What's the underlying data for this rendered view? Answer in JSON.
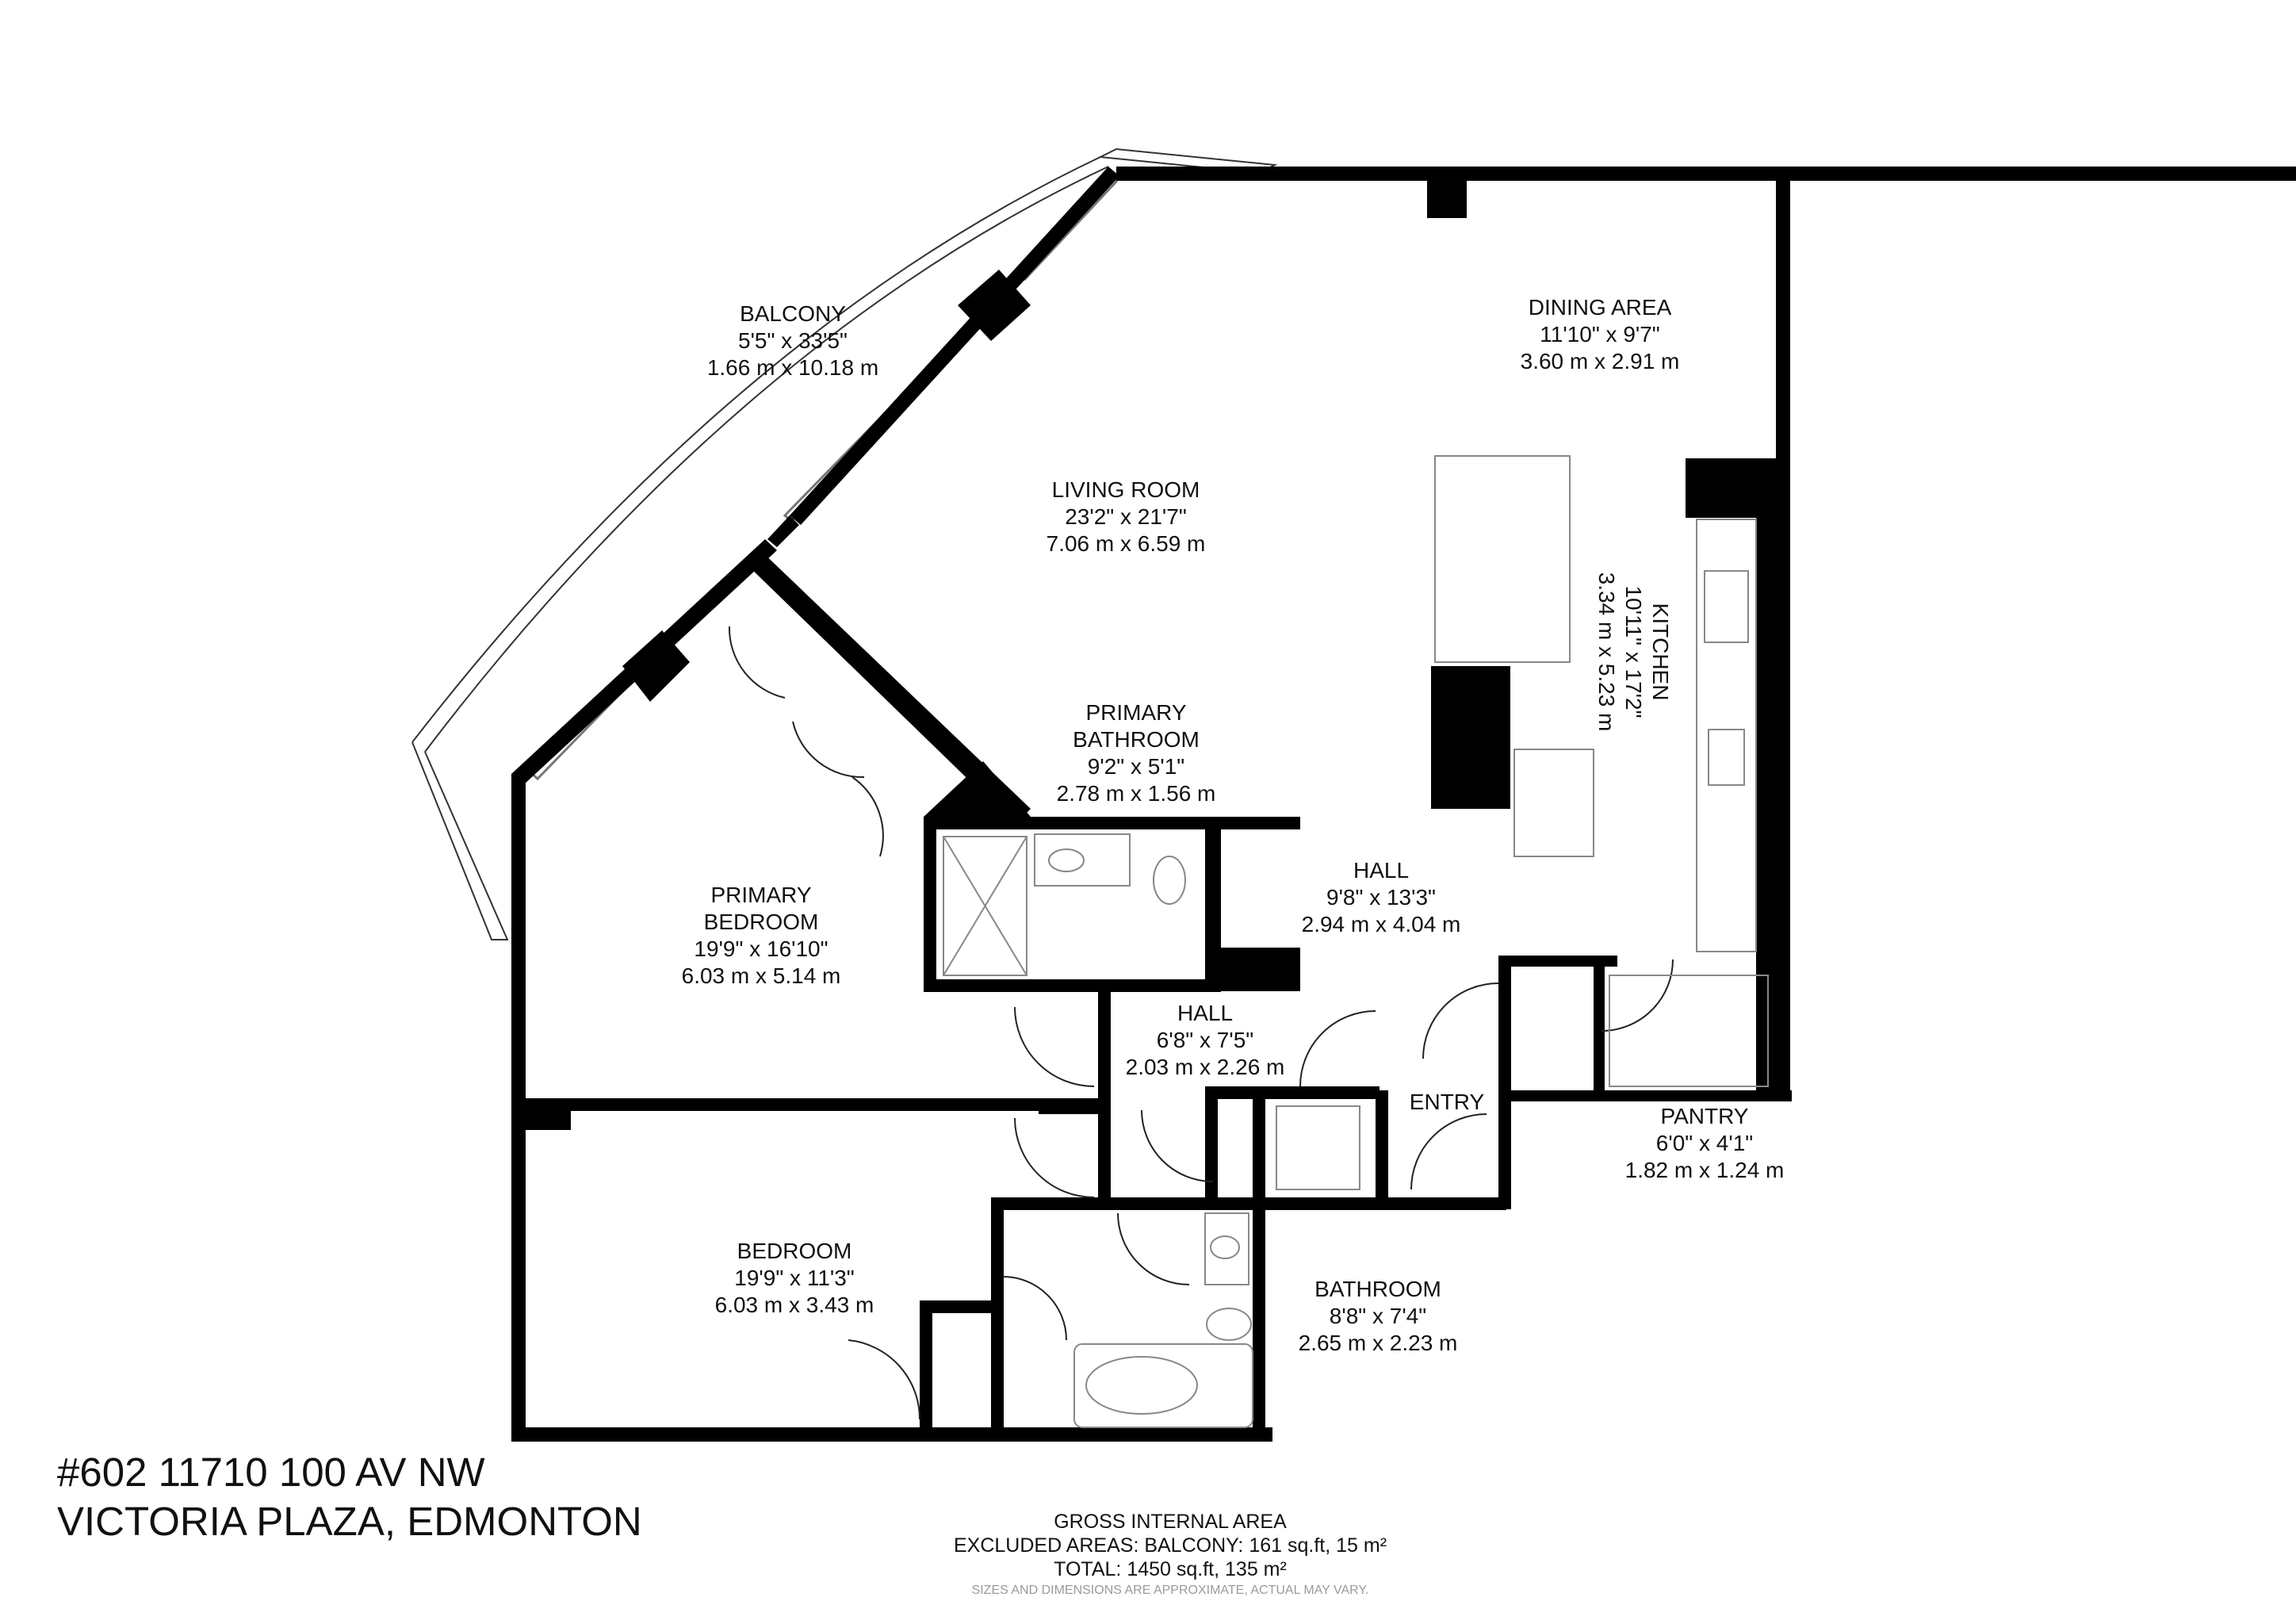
{
  "rooms": {
    "balcony": {
      "name": "BALCONY",
      "imperial": "5'5\" x 33'5\"",
      "metric": "1.66 m x 10.18 m"
    },
    "dining": {
      "name": "DINING AREA",
      "imperial": "11'10\" x 9'7\"",
      "metric": "3.60 m x 2.91 m"
    },
    "living": {
      "name": "LIVING ROOM",
      "imperial": "23'2\" x 21'7\"",
      "metric": "7.06 m x 6.59 m"
    },
    "kitchen": {
      "name": "KITCHEN",
      "imperial": "10'11\" x 17'2\"",
      "metric": "3.34 m x 5.23 m"
    },
    "primary_bath": {
      "name_1": "PRIMARY",
      "name_2": "BATHROOM",
      "imperial": "9'2\" x 5'1\"",
      "metric": "2.78 m x 1.56 m"
    },
    "primary_bed": {
      "name_1": "PRIMARY",
      "name_2": "BEDROOM",
      "imperial": "19'9\" x 16'10\"",
      "metric": "6.03 m x 5.14 m"
    },
    "hall_main": {
      "name": "HALL",
      "imperial": "9'8\" x 13'3\"",
      "metric": "2.94 m x 4.04 m"
    },
    "hall_small": {
      "name": "HALL",
      "imperial": "6'8\" x 7'5\"",
      "metric": "2.03 m x 2.26 m"
    },
    "entry": {
      "name": "ENTRY"
    },
    "pantry": {
      "name": "PANTRY",
      "imperial": "6'0\" x 4'1\"",
      "metric": "1.82 m x 1.24 m"
    },
    "bedroom": {
      "name": "BEDROOM",
      "imperial": "19'9\" x 11'3\"",
      "metric": "6.03 m x 3.43 m"
    },
    "bathroom": {
      "name": "BATHROOM",
      "imperial": "8'8\" x 7'4\"",
      "metric": "2.65 m x 2.23 m"
    }
  },
  "address": {
    "line1": "#602 11710 100 AV NW",
    "line2": "VICTORIA PLAZA, EDMONTON"
  },
  "area": {
    "title": "GROSS INTERNAL AREA",
    "excluded": "EXCLUDED AREAS: BALCONY: 161 sq.ft, 15 m²",
    "total": "TOTAL: 1450 sq.ft, 135 m²",
    "note": "SIZES AND DIMENSIONS ARE APPROXIMATE, ACTUAL MAY VARY."
  },
  "colors": {
    "wall": "#000000",
    "fixture": "#888888",
    "window": "#9a9a9a"
  }
}
